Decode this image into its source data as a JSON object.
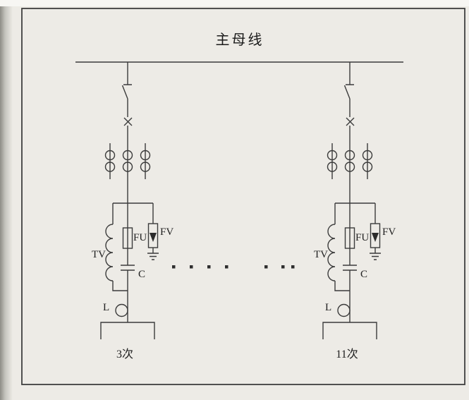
{
  "colors": {
    "ink": "#3b3b3b",
    "paper": "#edebe6"
  },
  "diagram": {
    "title": "主母线",
    "ellipsis_dot_count": 7,
    "icons": [
      "disconnector-icon",
      "breaker-icon",
      "ct-windings-icon",
      "voltage-transformer-icon",
      "fuse-icon",
      "arrester-icon",
      "ground-icon",
      "capacitor-icon",
      "reactor-icon",
      "filter-terminal-bracket"
    ],
    "branches": [
      {
        "tv_label": "TV",
        "fu_label": "FU",
        "fv_label": "FV",
        "c_label": "C",
        "l_label": "L",
        "name_label": "3次"
      },
      {
        "tv_label": "TV",
        "fu_label": "FU",
        "fv_label": "FV",
        "c_label": "C",
        "l_label": "L",
        "name_label": "11次"
      }
    ]
  }
}
